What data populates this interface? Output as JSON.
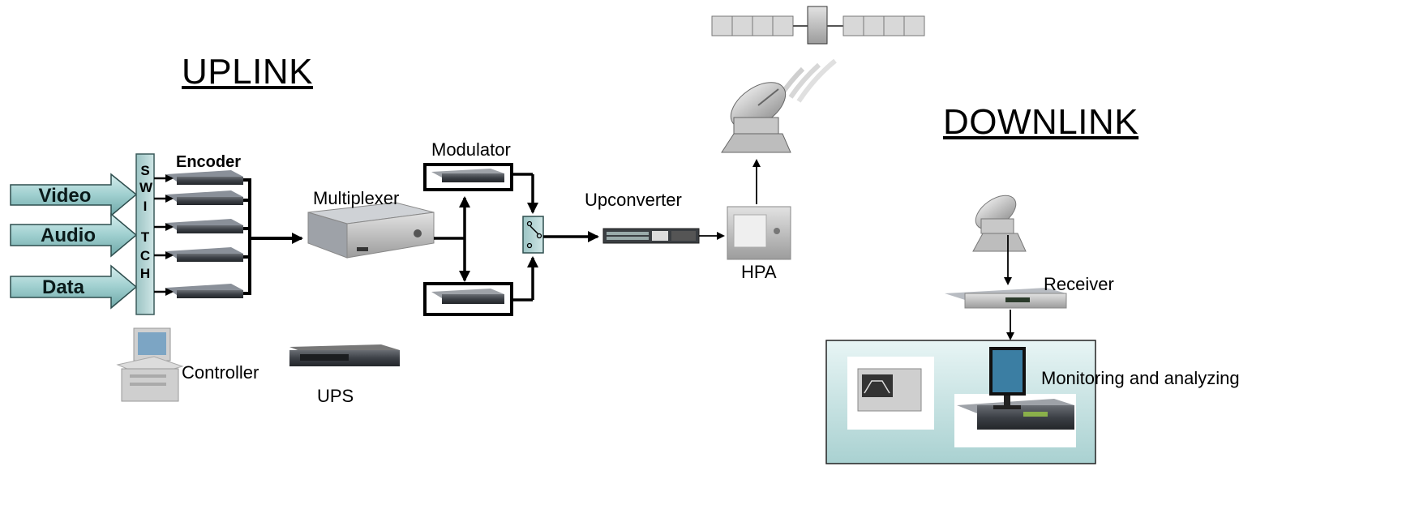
{
  "titles": {
    "uplink": "UPLINK",
    "downlink": "DOWNLINK"
  },
  "inputs": {
    "video": "Video",
    "audio": "Audio",
    "data": "Data"
  },
  "switch_letters": [
    "S",
    "W",
    "I",
    "T",
    "C",
    "H"
  ],
  "labels": {
    "encoder": "Encoder",
    "multiplexer": "Multiplexer",
    "modulator": "Modulator",
    "upconverter": "Upconverter",
    "hpa": "HPA",
    "controller": "Controller",
    "ups": "UPS",
    "receiver": "Receiver",
    "monitoring": "Monitoring and analyzing"
  },
  "colors": {
    "input_arrow_fill": "#9fcfcf",
    "switch_fill": "#b9d8d8",
    "monitor_panel": "#cfe6e6"
  }
}
